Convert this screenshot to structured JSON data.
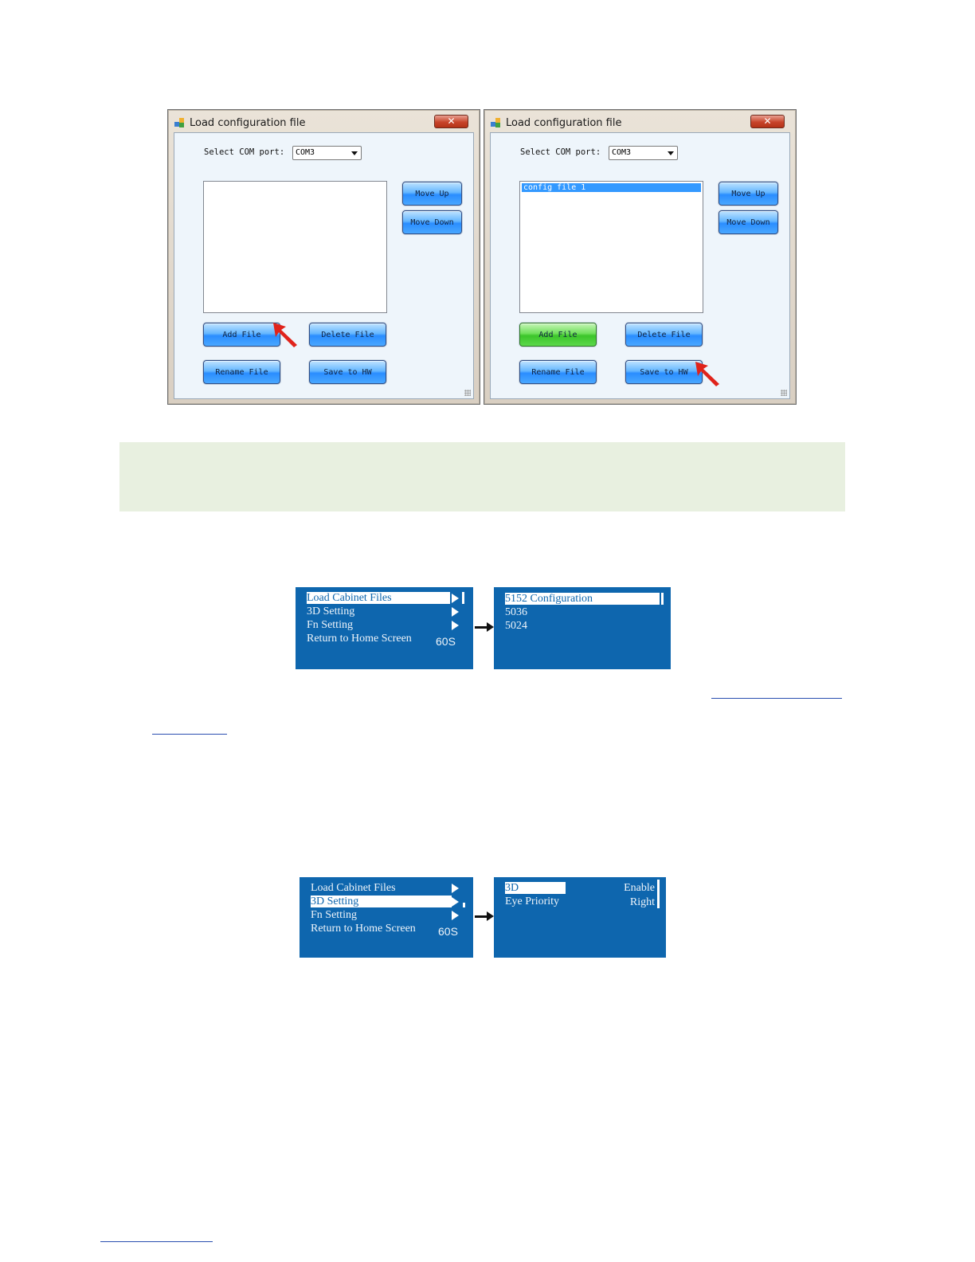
{
  "dialogs": [
    {
      "title": "Load configuration file",
      "close_glyph": "✕",
      "com_label": "Select COM port:",
      "com_value": "COM3",
      "list_items": [],
      "buttons": {
        "move_up": "Move Up",
        "move_down": "Move Down",
        "add_file": "Add File",
        "delete_file": "Delete File",
        "rename_file": "Rename File",
        "save_to_hw": "Save to HW"
      },
      "highlighted_button": "add_file"
    },
    {
      "title": "Load configuration file",
      "close_glyph": "✕",
      "com_label": "Select COM port:",
      "com_value": "COM3",
      "list_items": [
        "config file 1"
      ],
      "buttons": {
        "move_up": "Move Up",
        "move_down": "Move Down",
        "add_file": "Add File",
        "delete_file": "Delete File",
        "rename_file": "Rename File",
        "save_to_hw": "Save to HW"
      },
      "highlighted_button": "save_to_hw"
    }
  ],
  "lcd_1": {
    "menu": [
      "Load Cabinet Files",
      "3D Setting",
      "Fn  Setting",
      "Return  to  Home Screen"
    ],
    "menu_value": "60S",
    "selected_index": 0,
    "submenu": [
      "5152 Configuration",
      "5036",
      "5024"
    ]
  },
  "lcd_2": {
    "menu": [
      "Load  Cabinet Files",
      "3D Setting",
      "Fn  Setting",
      "Return  to  Home Screen"
    ],
    "menu_value": "60S",
    "selected_index": 1,
    "submenu": [
      {
        "label": "3D",
        "value": "Enable"
      },
      {
        "label": "Eye Priority",
        "value": "Right"
      }
    ]
  },
  "colors": {
    "lcd_background": "#0e66ae",
    "note_panel": "#e8f0e0",
    "button_blue": "#49a7ff",
    "button_green": "#5bd84a",
    "pointer_red": "#e0231b"
  },
  "icons": [
    "app-icon",
    "close-icon",
    "dropdown-arrow-icon",
    "red-pointer-arrow-icon",
    "menu-arrow-icon",
    "flow-arrow-icon"
  ]
}
